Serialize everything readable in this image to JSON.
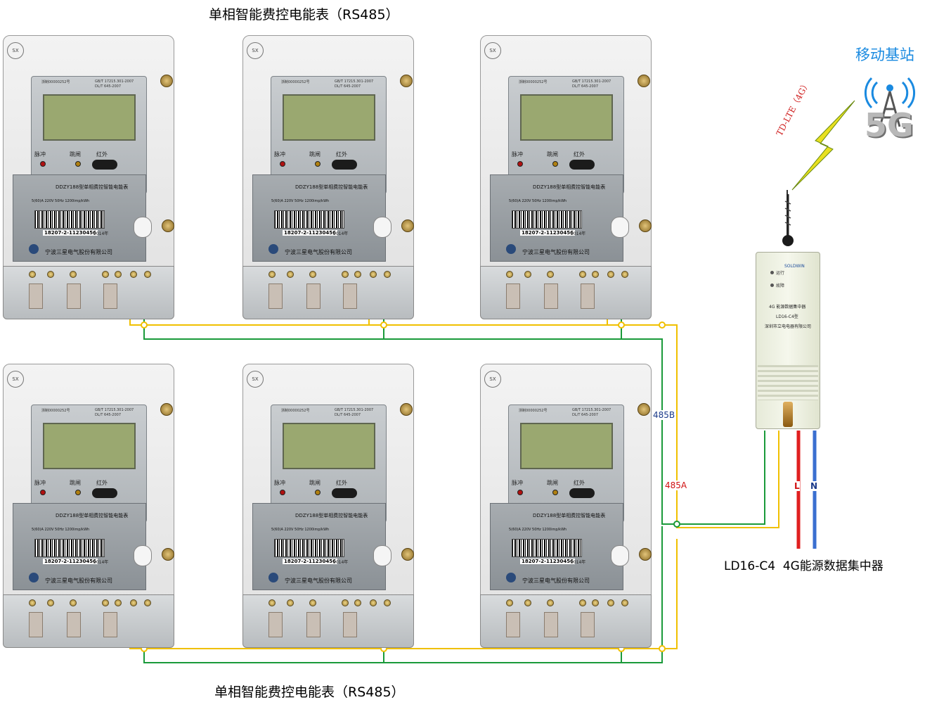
{
  "titles": {
    "top": "单相智能费控电能表（RS485）",
    "bottom": "单相智能费控电能表（RS485）"
  },
  "base_station": {
    "label": "移动基站",
    "signal_label": "TD-LTE（4G）",
    "icon_text": "5G"
  },
  "concentrator": {
    "caption": "LD16-C4  4G能源数据集中器",
    "brand": "SOLDWIN",
    "led_run": "运行",
    "led_fault": "故障",
    "line1": "4G 能源数据集中器",
    "line2": "LD16-C4型",
    "line3": "深圳市立电电器有限公司"
  },
  "bus_labels": {
    "b": "485B",
    "a": "485A",
    "l": "L",
    "n": "N"
  },
  "meter": {
    "approval": "浙制00000252号",
    "std1": "GB/T 17215.301-2007",
    "std2": "DL/T 645-2007",
    "ind_pulse": "脉冲",
    "ind_trip": "跳闸",
    "ind_ir": "红外",
    "model": "DDZY188型单相费控智能电能表",
    "spec": "5(60)A  220V  50Hz  1200imp/kWh",
    "serial": "18207-2-11230456",
    "year": "2014年",
    "manufacturer": "宁波三星电气股份有限公司",
    "logo": "SX"
  },
  "colors": {
    "wire_a": "#f0c000",
    "wire_b": "#1a9a3a",
    "wire_l": "#e02020",
    "wire_n": "#3a6fd0",
    "label_b": "#1a3a8a",
    "label_a": "#d01010",
    "station_label": "#1a8ae0"
  }
}
